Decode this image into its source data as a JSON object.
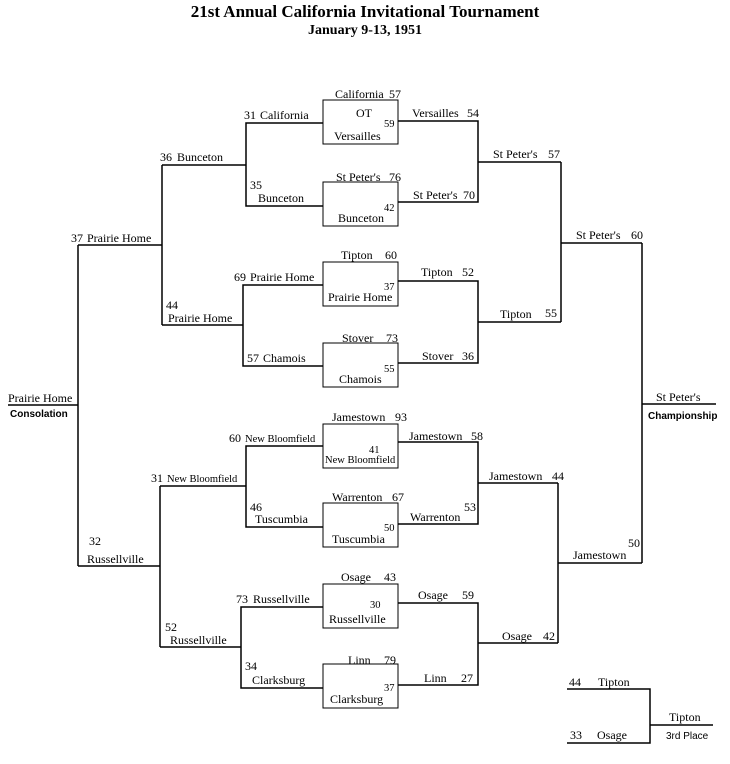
{
  "header": {
    "title": "21st Annual California Invitational Tournament",
    "subtitle": "January 9-13, 1951"
  },
  "consolation": {
    "qf": [
      {
        "winner": {
          "name": "California",
          "score": "31"
        },
        "loser": {
          "name": "Versailles",
          "score": "59"
        },
        "note": "OT"
      },
      {
        "winner": {
          "name": "Bunceton",
          "score": "35"
        },
        "loser": {
          "name": "Bunceton",
          "score": "42"
        },
        "loser_label": "St Peter's 76"
      },
      {
        "winner": {
          "name": "Prairie Home",
          "score": "69"
        },
        "loser": {
          "name": "Prairie Home",
          "score": "37"
        }
      },
      {
        "winner": {
          "name": "Chamois",
          "score": "57"
        },
        "loser": {
          "name": "Chamois",
          "score": "55"
        }
      },
      {
        "winner": {
          "name": "New Bloomfield",
          "score": "60"
        },
        "loser": {
          "name": "New Bloomfield",
          "score": "41"
        }
      },
      {
        "winner": {
          "name": "Tuscumbia",
          "score": "46"
        },
        "loser": {
          "name": "Tuscumbia",
          "score": "50"
        }
      },
      {
        "winner": {
          "name": "Russellville",
          "score": "73"
        },
        "loser": {
          "name": "Russellville",
          "score": "30"
        }
      },
      {
        "winner": {
          "name": "Clarksburg",
          "score": "34"
        },
        "loser": {
          "name": "Clarksburg",
          "score": "37"
        }
      }
    ],
    "sf": [
      {
        "name": "Bunceton",
        "score": "36"
      },
      {
        "name": "Prairie Home",
        "score": "44"
      },
      {
        "name": "New Bloomfield",
        "score": "31"
      },
      {
        "name": "Russellville",
        "score": "52"
      }
    ],
    "final": [
      {
        "name": "Prairie Home",
        "score": "37"
      },
      {
        "name": "Russellville",
        "score": "32"
      }
    ],
    "champion": "Prairie Home",
    "label": "Consolation"
  },
  "first_round": [
    {
      "top": {
        "name": "California",
        "score": "57"
      },
      "note": "OT",
      "bottom": {
        "name": "Versailles",
        "score": "59"
      }
    },
    {
      "top": {
        "name": "St Peter's",
        "score": "76"
      },
      "bottom": {
        "name": "Bunceton",
        "score": "42"
      }
    },
    {
      "top": {
        "name": "Tipton",
        "score": "60"
      },
      "bottom": {
        "name": "Prairie Home",
        "score": "37"
      }
    },
    {
      "top": {
        "name": "Stover",
        "score": "73"
      },
      "bottom": {
        "name": "Chamois",
        "score": "55"
      }
    },
    {
      "top": {
        "name": "Jamestown",
        "score": "93"
      },
      "bottom": {
        "name": "New Bloomfield",
        "score": "41"
      }
    },
    {
      "top": {
        "name": "Warrenton",
        "score": "67"
      },
      "bottom": {
        "name": "Tuscumbia",
        "score": "50"
      }
    },
    {
      "top": {
        "name": "Osage",
        "score": "43"
      },
      "bottom": {
        "name": "Russellville",
        "score": "30"
      }
    },
    {
      "top": {
        "name": "Linn",
        "score": "79"
      },
      "bottom": {
        "name": "Clarksburg",
        "score": "37"
      }
    }
  ],
  "championship": {
    "qf": [
      {
        "name": "Versailles",
        "score": "54"
      },
      {
        "name": "St Peter's",
        "score": "70"
      },
      {
        "name": "Tipton",
        "score": "52"
      },
      {
        "name": "Stover",
        "score": "36"
      },
      {
        "name": "Jamestown",
        "score": "58"
      },
      {
        "name": "Warrenton",
        "score": "53"
      },
      {
        "name": "Osage",
        "score": "59"
      },
      {
        "name": "Linn",
        "score": "27"
      }
    ],
    "sf": [
      {
        "name": "St Peter's",
        "score": "57"
      },
      {
        "name": "Tipton",
        "score": "55"
      },
      {
        "name": "Jamestown",
        "score": "44"
      },
      {
        "name": "Osage",
        "score": "42"
      }
    ],
    "final": [
      {
        "name": "St Peter's",
        "score": "60"
      },
      {
        "name": "Jamestown",
        "score": "50"
      }
    ],
    "champion": "St Peter's",
    "label": "Championship"
  },
  "third_place": {
    "top": {
      "name": "Tipton",
      "score": "44"
    },
    "bottom": {
      "name": "Osage",
      "score": "33"
    },
    "winner": "Tipton",
    "label": "3rd Place"
  }
}
